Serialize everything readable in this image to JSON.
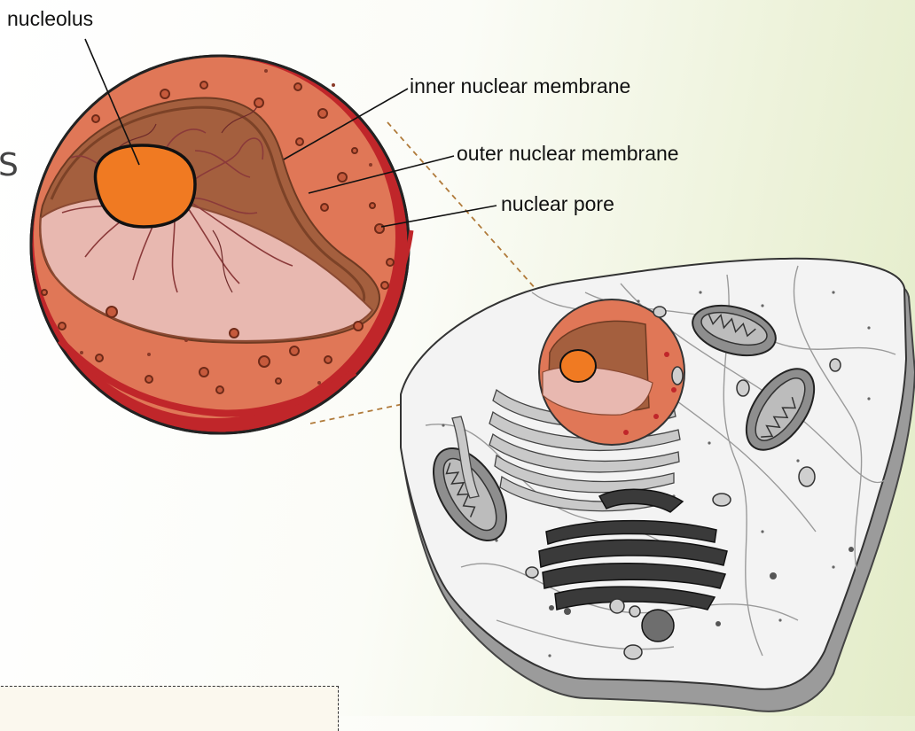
{
  "labels": {
    "nucleolus": "nucleolus",
    "inner_membrane": "inner nuclear membrane",
    "outer_membrane": "outer nuclear membrane",
    "nuclear_pore": "nuclear pore"
  },
  "fragment_letter": "S",
  "bottom_box_marks": "¨ ¨",
  "colors": {
    "nucleus_outer": "#e07757",
    "nucleus_rim": "#c0262a",
    "inner_layer": "#a45f3e",
    "nucleoplasm": "#e8b8b0",
    "nucleolus": "#f07a22",
    "cell_body": "#f2f2f2",
    "organelle_grey": "#8a8a8a",
    "golgi_dark": "#333333",
    "guide_line": "#b07a3a"
  }
}
